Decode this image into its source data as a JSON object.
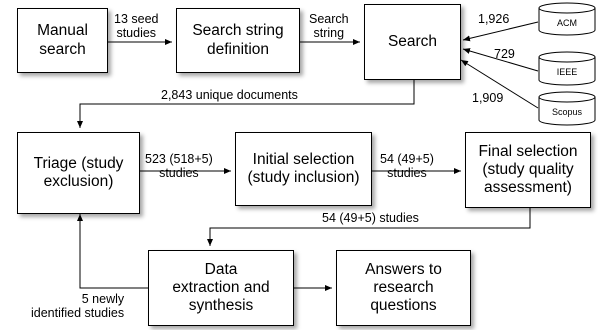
{
  "boxes": {
    "manual_search": "Manual\nsearch",
    "search_string_definition": "Search string\ndefinition",
    "search": "Search",
    "triage": "Triage (study\nexclusion)",
    "initial_selection": "Initial selection\n(study inclusion)",
    "final_selection": "Final selection\n(study quality\nassessment)",
    "data_extraction": "Data\nextraction and\nsynthesis",
    "answers": "Answers to\nresearch\nquestions"
  },
  "databases": {
    "acm": "ACM",
    "ieee": "IEEE",
    "scopus": "Scopus"
  },
  "labels": {
    "seed_studies": "13 seed\nstudies",
    "search_string": "Search\nstring",
    "acm_count": "1,926",
    "ieee_count": "729",
    "scopus_count": "1,909",
    "unique_documents": "2,843 unique documents",
    "triage_to_initial": "523 (518+5)\nstudies",
    "initial_to_final": "54 (49+5)\nstudies",
    "final_to_extraction": "54 (49+5) studies",
    "newly_identified": "5 newly\nidentified studies"
  }
}
